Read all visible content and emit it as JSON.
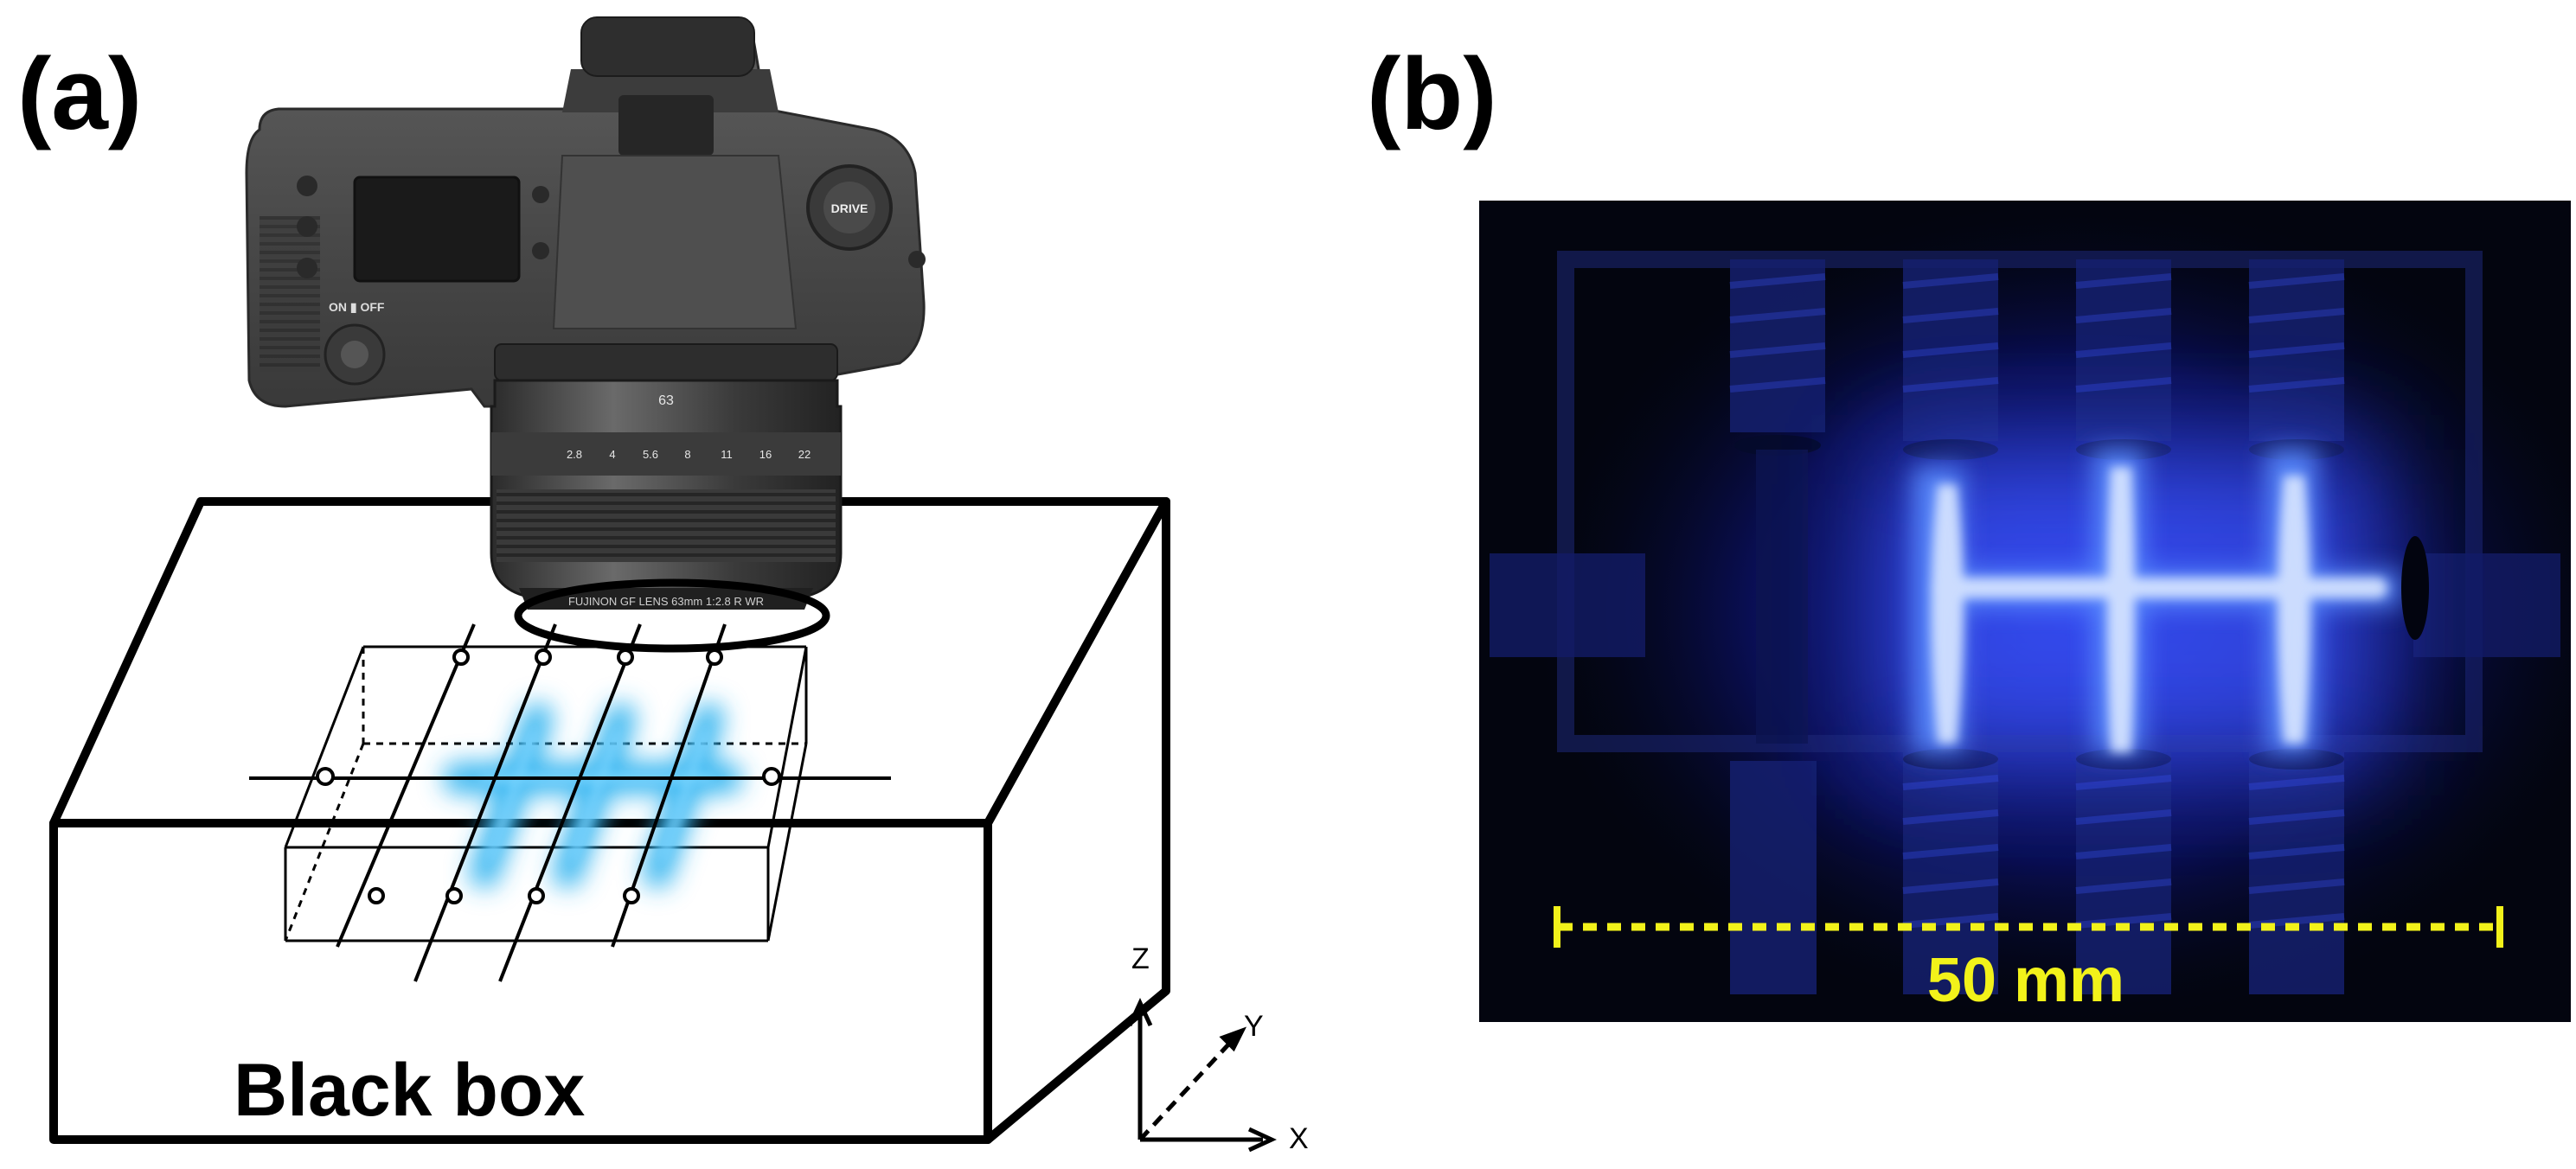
{
  "panel_a": {
    "label": "(a)",
    "box_label": "Black box",
    "axes": {
      "z": "Z",
      "y": "Y",
      "x": "X"
    },
    "camera": {
      "mode_dial_text": "DRIVE",
      "power_text": "ON ▮ OFF",
      "lens_barrel_text": "FUJINON GF LENS 63mm 1:2.8 R WR",
      "focal_mark": "63",
      "aperture_scale": [
        "22",
        "16",
        "11",
        "8",
        "5.6",
        "4",
        "2.8"
      ]
    },
    "glow_color": "#39b6f0"
  },
  "panel_b": {
    "label": "(b)",
    "scale_bar_text": "50 mm",
    "scale_bar_color": "#f2f21a",
    "plasma_color": "#3a52ff"
  }
}
